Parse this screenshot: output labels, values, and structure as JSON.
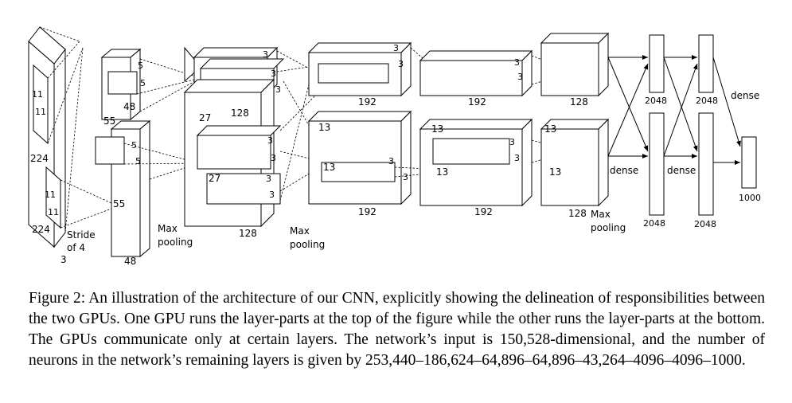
{
  "figure": {
    "caption": "Figure 2: An illustration of the architecture of our CNN, explicitly showing the delineation of responsibilities between the two GPUs. One GPU runs the layer-parts at the top of the figure while the other runs the layer-parts at the bottom. The GPUs communicate only at certain layers. The network’s input is 150,528-dimensional, and the number of neurons in the network’s remaining layers is given by 253,440–186,624–64,896–64,896–43,264–4096–4096–1000."
  },
  "diagram": {
    "input": {
      "height": "224",
      "width": "224",
      "depth": "3",
      "kernel_a": "11",
      "kernel_b": "11",
      "stride": "Stride",
      "stride_of": "of 4"
    },
    "conv1": {
      "depth": "48",
      "size": "55",
      "kernel": "5"
    },
    "conv2": {
      "size": "27",
      "depth": "128",
      "kernel": "3"
    },
    "conv3": {
      "size": "13",
      "depth": "192",
      "kernel": "3"
    },
    "conv4": {
      "size": "13",
      "depth": "192",
      "kernel": "3"
    },
    "conv5": {
      "size": "13",
      "depth": "128"
    },
    "fc": {
      "width": "2048",
      "dense": "dense",
      "output": "1000"
    },
    "pooling": {
      "max": "Max",
      "pool": "pooling"
    }
  }
}
